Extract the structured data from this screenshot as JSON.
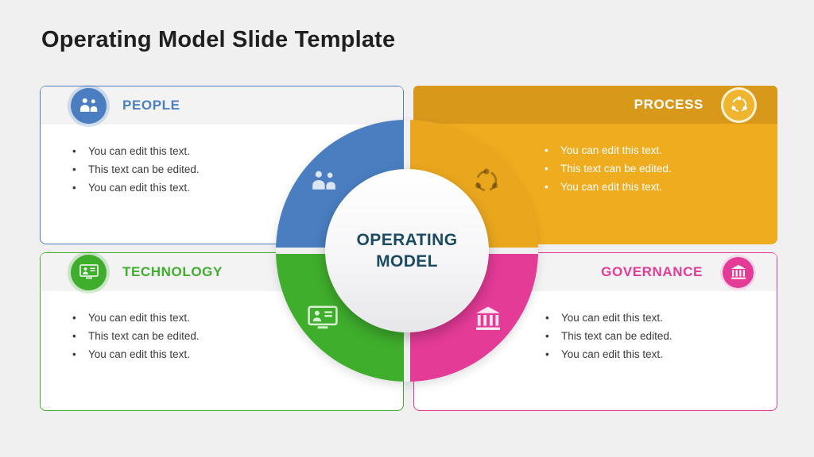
{
  "title": "Operating Model Slide Template",
  "center": {
    "line1": "OPERATING",
    "line2": "MODEL"
  },
  "cards": {
    "people": {
      "label": "PEOPLE",
      "bullets": [
        "You can edit this text.",
        "This text can be edited.",
        "You can edit this text."
      ]
    },
    "process": {
      "label": "PROCESS",
      "bullets": [
        "You can edit this text.",
        "This text can be edited.",
        "You can edit this text."
      ]
    },
    "technology": {
      "label": "TECHNOLOGY",
      "bullets": [
        "You can edit this text.",
        "This text can be edited.",
        "You can edit this text."
      ]
    },
    "governance": {
      "label": "GOVERNANCE",
      "bullets": [
        "You can edit this text.",
        "This text can be edited.",
        "You can edit this text."
      ]
    }
  },
  "icons": {
    "people": "people-icon",
    "process": "process-cycle-icon",
    "technology": "technology-screen-icon",
    "governance": "governance-bank-icon"
  },
  "colors": {
    "people_blue": "#4A7EC0",
    "process_gold": "#EAA71E",
    "process_gold_dark": "#D8991B",
    "technology_green": "#3FAE2C",
    "governance_pink": "#E43B97",
    "center_text": "#1B4A63",
    "background": "#F0F0F1"
  }
}
